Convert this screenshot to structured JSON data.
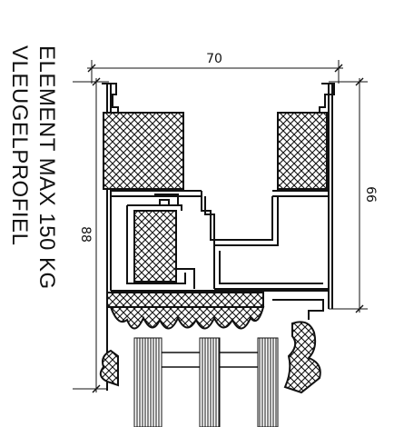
{
  "labels": {
    "line1": "ELEMENT MAX 150 KG",
    "line2": "VLEUGELPROFIEL"
  },
  "dimensions": {
    "width": "70",
    "height_left": "88",
    "height_right": "66"
  },
  "colors": {
    "ink": "#111111",
    "hatch": "#111111",
    "background": "#ffffff"
  }
}
